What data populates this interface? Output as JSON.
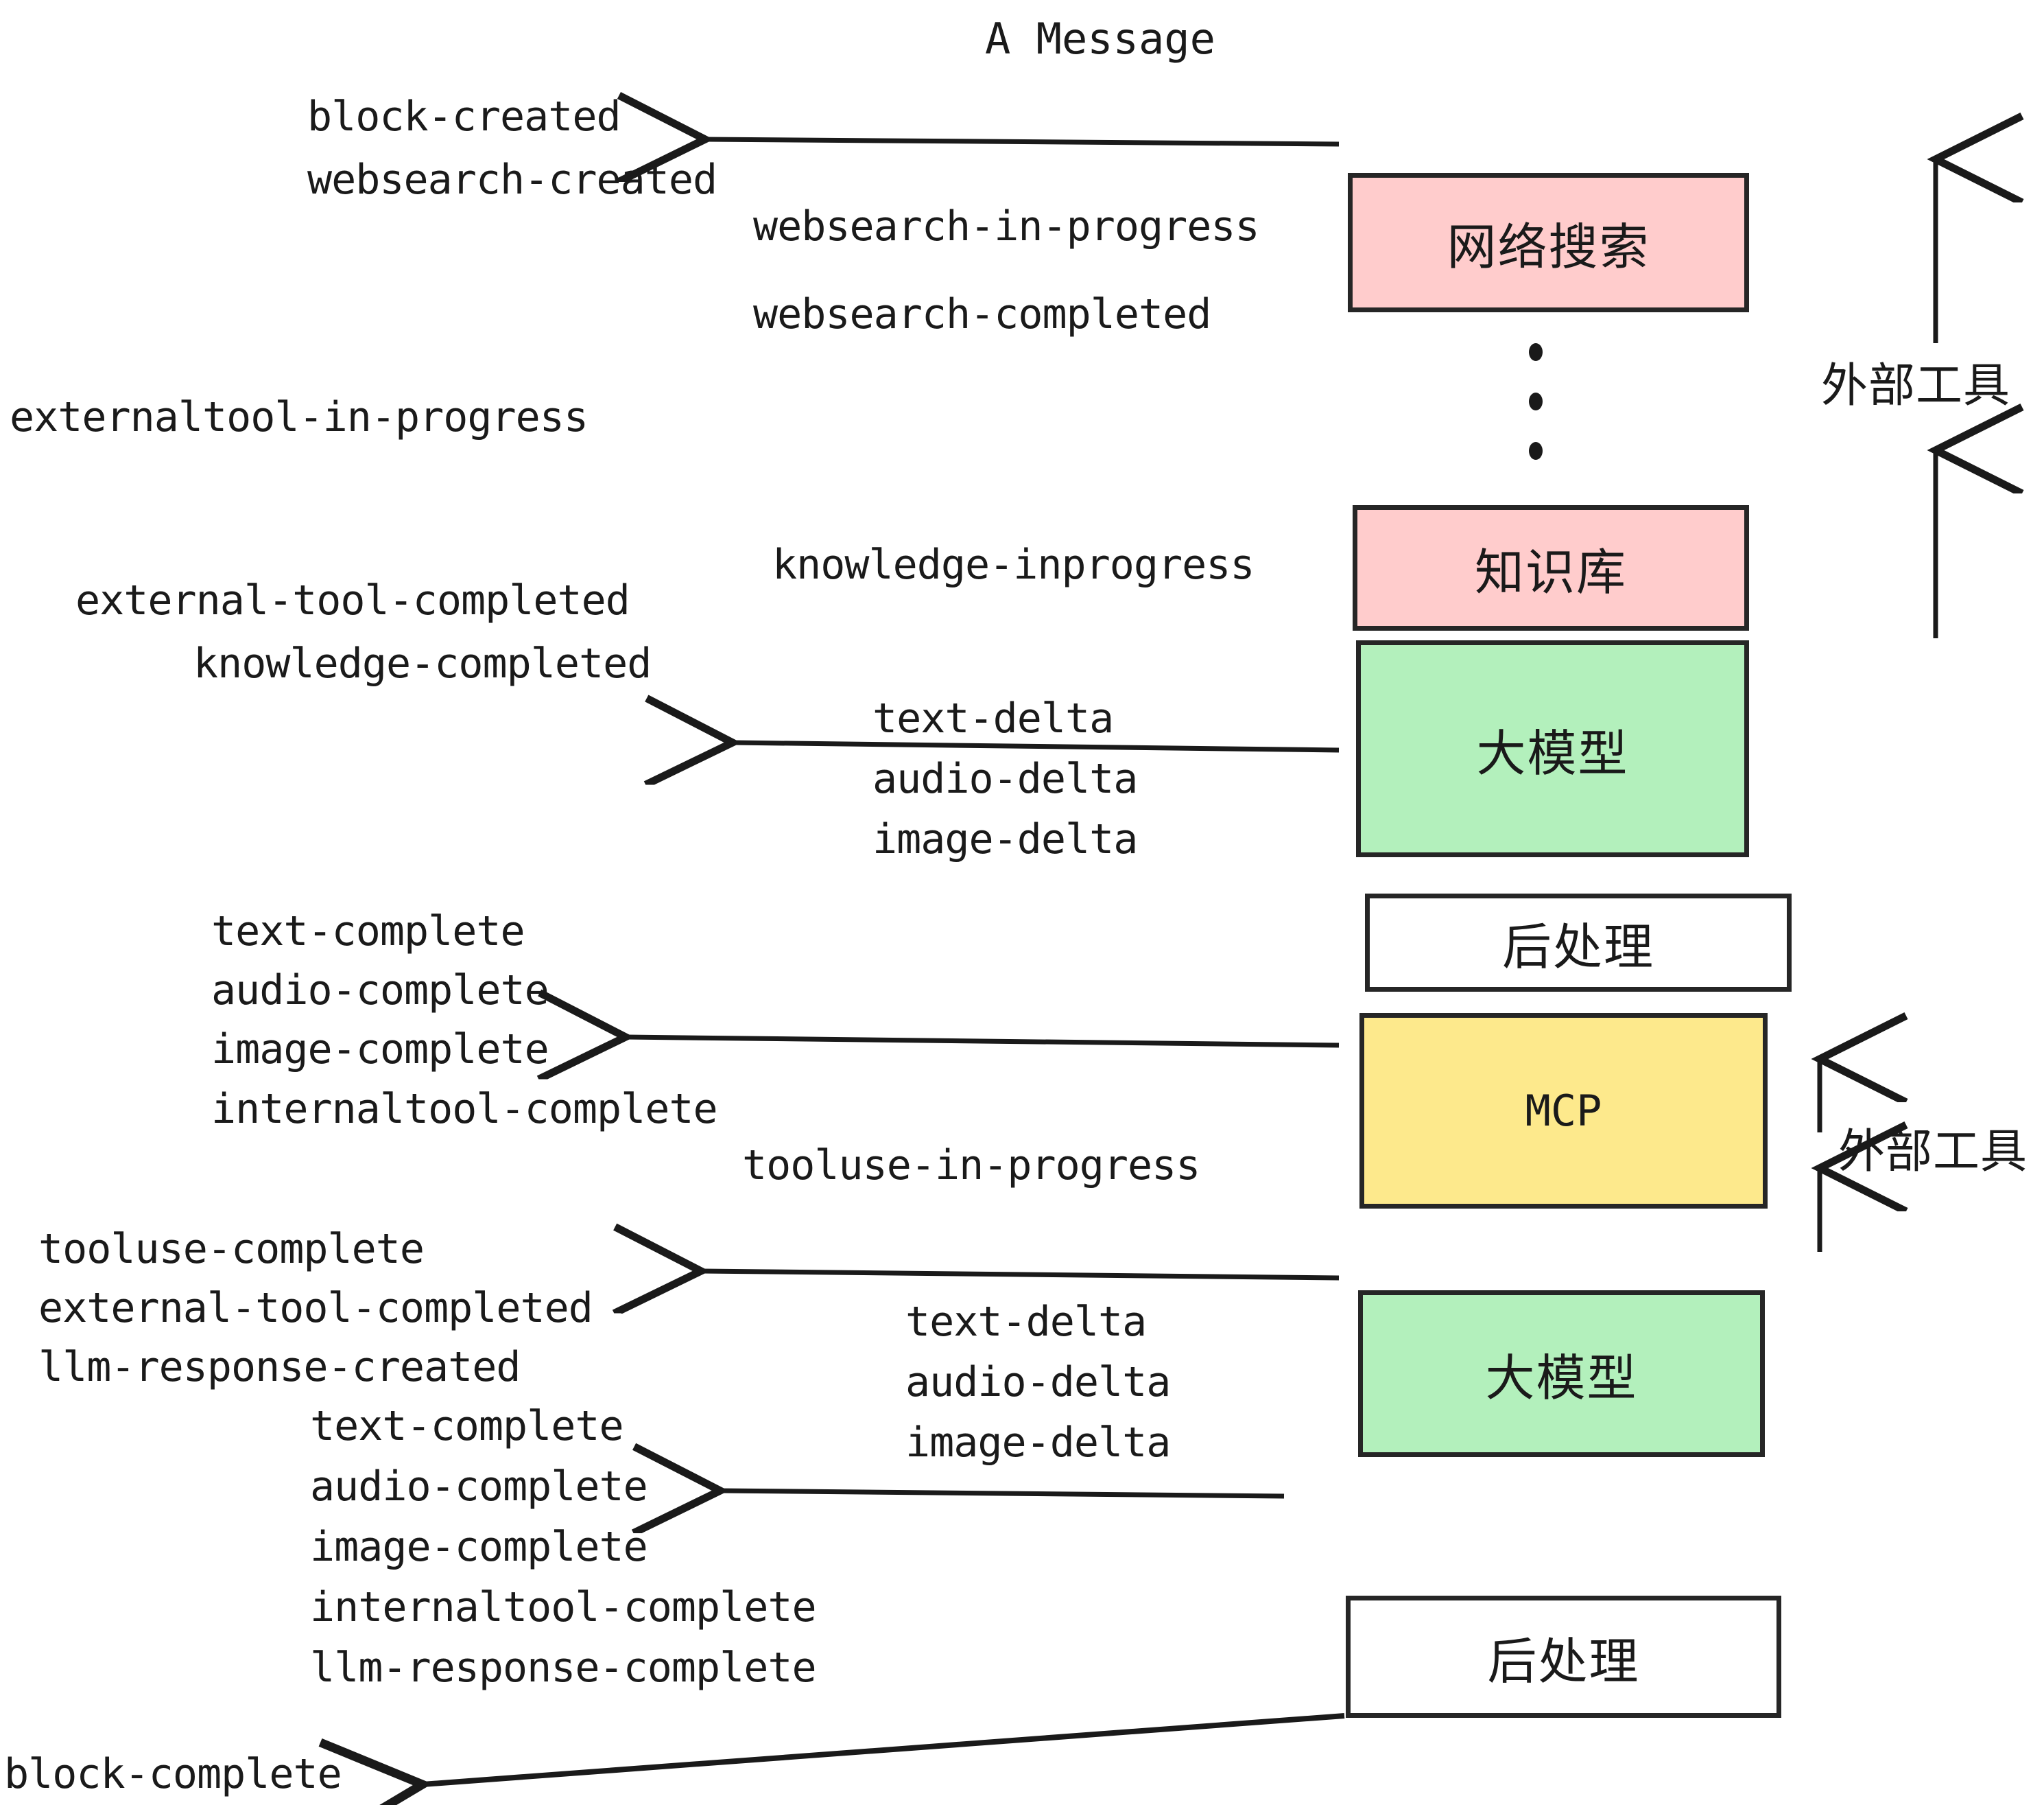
{
  "title": "A Message",
  "colors": {
    "pink": "#FFCCCC",
    "green": "#B3F0BC",
    "yellow": "#FDE98C",
    "white": "#FFFFFF",
    "stroke": "#262626",
    "text": "#1A1A1A"
  },
  "nodes": [
    {
      "id": "websearch",
      "label": "网络搜索",
      "fill": "#FFCCCC",
      "script": "cn"
    },
    {
      "id": "knowledge",
      "label": "知识库",
      "fill": "#FFCCCC",
      "script": "cn"
    },
    {
      "id": "llm-1",
      "label": "大模型",
      "fill": "#B3F0BC",
      "script": "cn"
    },
    {
      "id": "postprocess-1",
      "label": "后处理",
      "fill": "#FFFFFF",
      "script": "cn"
    },
    {
      "id": "mcp",
      "label": "MCP",
      "fill": "#FDE98C",
      "script": "en"
    },
    {
      "id": "llm-2",
      "label": "大模型",
      "fill": "#B3F0BC",
      "script": "cn"
    },
    {
      "id": "postprocess-2",
      "label": "后处理",
      "fill": "#FFFFFF",
      "script": "cn"
    }
  ],
  "group_labels": [
    {
      "id": "external-tools-top",
      "label": "外部工具"
    },
    {
      "id": "external-tools-bottom",
      "label": "外部工具"
    }
  ],
  "events": [
    {
      "id": "block-created",
      "text": "block-created"
    },
    {
      "id": "websearch-created",
      "text": "websearch-created"
    },
    {
      "id": "websearch-in-progress",
      "text": "websearch-in-progress"
    },
    {
      "id": "websearch-completed",
      "text": "websearch-completed"
    },
    {
      "id": "externaltool-in-progress",
      "text": "externaltool-in-progress"
    },
    {
      "id": "knowledge-inprogress",
      "text": "knowledge-inprogress"
    },
    {
      "id": "external-tool-completed-1",
      "text": "external-tool-completed"
    },
    {
      "id": "knowledge-completed",
      "text": "knowledge-completed"
    },
    {
      "id": "text-delta-1",
      "text": "text-delta"
    },
    {
      "id": "audio-delta-1",
      "text": "audio-delta"
    },
    {
      "id": "image-delta-1",
      "text": "image-delta"
    },
    {
      "id": "text-complete-1",
      "text": "text-complete"
    },
    {
      "id": "audio-complete-1",
      "text": "audio-complete"
    },
    {
      "id": "image-complete-1",
      "text": "image-complete"
    },
    {
      "id": "internaltool-complete-1",
      "text": "internaltool-complete"
    },
    {
      "id": "tooluse-in-progress",
      "text": "tooluse-in-progress"
    },
    {
      "id": "tooluse-complete",
      "text": "tooluse-complete"
    },
    {
      "id": "external-tool-completed-2",
      "text": "external-tool-completed"
    },
    {
      "id": "llm-response-created",
      "text": "llm-response-created"
    },
    {
      "id": "text-complete-2",
      "text": "text-complete"
    },
    {
      "id": "audio-delta-2",
      "text": "audio-delta"
    },
    {
      "id": "text-delta-2",
      "text": "text-delta"
    },
    {
      "id": "image-delta-2",
      "text": "image-delta"
    },
    {
      "id": "audio-complete-2",
      "text": "audio-complete"
    },
    {
      "id": "image-complete-2",
      "text": "image-complete"
    },
    {
      "id": "internaltool-complete-2",
      "text": "internaltool-complete"
    },
    {
      "id": "llm-response-complete",
      "text": "llm-response-complete"
    },
    {
      "id": "block-complete",
      "text": "block-complete"
    }
  ]
}
